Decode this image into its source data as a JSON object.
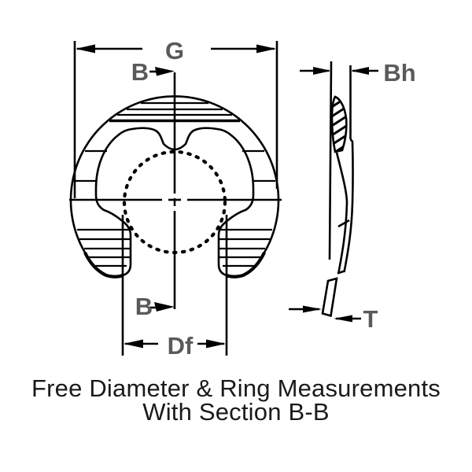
{
  "diagram": {
    "type": "technical-drawing",
    "subject": "e-ring retaining clip front view with section B-B side view",
    "dimension_labels": {
      "g": "G",
      "b_top": "B",
      "b_bottom": "B",
      "bh": "Bh",
      "df": "Df",
      "t": "T"
    },
    "caption": {
      "line1": "Free Diameter & Ring Measurements",
      "line2": "With Section B-B"
    },
    "colors": {
      "line": "#000000",
      "label_gray": "#5a5a5a",
      "background": "#ffffff"
    }
  }
}
